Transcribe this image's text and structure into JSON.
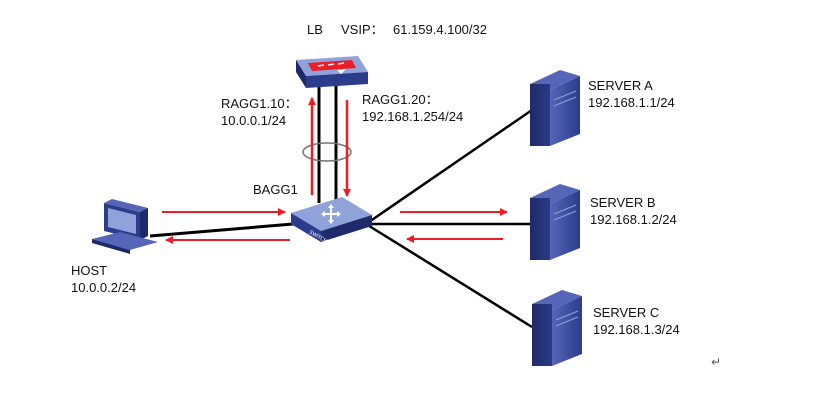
{
  "lb": {
    "title": "LB",
    "vsip_label": "VSIP：",
    "vsip_value": "61.159.4.100/32",
    "icon": "load-balancer-icon"
  },
  "ragg1_10": {
    "name": "RAGG1.10：",
    "ip": "10.0.0.1/24"
  },
  "ragg1_20": {
    "name": "RAGG1.20：",
    "ip": "192.168.1.254/24"
  },
  "bagg": {
    "name": "BAGG1"
  },
  "switch": {
    "label": "SWITCH",
    "icon": "switch-icon"
  },
  "host": {
    "name": "HOST",
    "ip": "10.0.0.2/24",
    "icon": "host-pc-icon"
  },
  "servers": [
    {
      "name": "SERVER A",
      "ip": "192.168.1.1/24",
      "icon": "server-icon"
    },
    {
      "name": "SERVER B",
      "ip": "192.168.1.2/24",
      "icon": "server-icon"
    },
    {
      "name": "SERVER C",
      "ip": "192.168.1.3/24",
      "icon": "server-icon"
    }
  ],
  "paragraph_mark": "↵",
  "colors": {
    "link": "#000000",
    "arrow": "#ee1c24",
    "device": "#3d55a8",
    "device_light": "#8fa2da"
  }
}
